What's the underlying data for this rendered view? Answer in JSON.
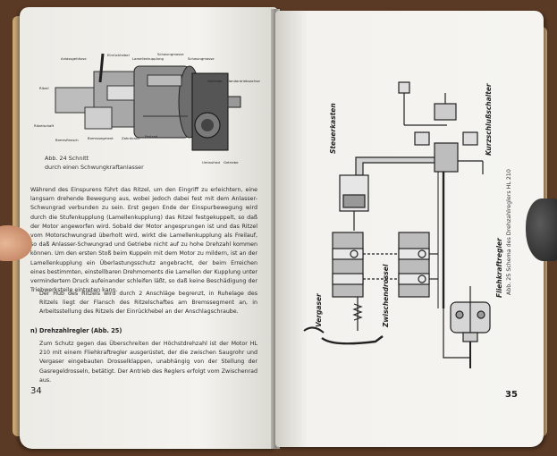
{
  "left_page": {
    "figure_caption_line1": "Abb. 24 Schnitt",
    "figure_caption_line2": "durch einen Schwungkraftanlasser",
    "paragraph_1": "Während des Einspurens führt das Ritzel, um den Eingriff zu erleichtern, eine langsam drehende Bewegung aus, wobei jedoch dabei fest mit dem Anlasser-Schwungrad verbunden zu sein. Erst gegen Ende der Einspurbewegung wird durch die Stufenkupplung (Lamellenkupplung) das Ritzel festgekuppelt, so daß der Motor angeworfen wird. Sobald der Motor angesprungen ist und das Ritzel vom Motorschwungrad überholt wird, wirkt die Lamellenkupplung als Freilauf, so daß Anlasser-Schwungrad und Getriebe nicht auf zu hohe Drehzahl kommen können. Um den ersten Stoß beim Kuppeln mit dem Motor zu mildern, ist an der Lamellenkupplung ein Überlastungsschutz angebracht, der beim Erreichen eines bestimmten, einstellbaren Drehmoments die Lamellen der Kupplung unter vermindertem Druck aufeinander schleifen läßt, so daß keine Beschädigung der Triebwerksteile eintreten kann.",
    "paragraph_2": "Der Hub des Ritzels wird durch 2 Anschläge begrenzt, in Ruhelage des Ritzels liegt der Flansch des Ritzelschaftes am Bremssegment an, in Arbeitsstellung des Ritzels der Einrückhebel an der Anschlagschraube.",
    "section_heading": "n) Drehzahlregler (Abb. 25)",
    "paragraph_3": "Zum Schutz gegen das Überschreiten der Höchstdrehzahl ist der Motor HL 210 mit einem Fliehkraftregler ausgerüstet, der die zwischen Saugrohr und Vergaser eingebauten Drosselklappen, unabhängig von der Stellung der Gasregeldrosseln, betätigt. Der Antrieb des Reglers erfolgt vom Zwischenrad aus.",
    "page_number": "34",
    "diagram_labels": {
      "anlasser": "Anlassgehäuse",
      "einrueck": "Einrückhebel",
      "lamelle": "Lamellenkupplung",
      "schwungmasse": "Schwungmasse",
      "getriebe": "Getriebe",
      "handantrieb": "Handantriebsachse",
      "ritzel": "Ritzel",
      "ritzelschaft": "Ritzelschaft",
      "bremsflansch": "Bremsflansch",
      "bremssegment": "Bremssegment",
      "zahnkranz": "Zahnkranz",
      "festrad": "Festrad",
      "umlaufrad": "Umlaufrad",
      "getriebe2": "Getriebe"
    }
  },
  "right_page": {
    "label_steuerkasten": "Steuerkasten",
    "label_vergaser": "Vergaser",
    "label_zwischendrossel": "Zwischendrossel",
    "label_fliehkraftregler": "Fliehkraftregler",
    "label_kurzschlussschalter": "Kurzschlußschalter",
    "figure_caption": "Abb. 25 Schema des Drehzahlreglers HL 210",
    "page_number": "35"
  },
  "colors": {
    "paper": "#f4f3ef",
    "ink": "#2a2a2a",
    "diagram_fill": "#cfcfcf",
    "background": "#5a3a24"
  }
}
